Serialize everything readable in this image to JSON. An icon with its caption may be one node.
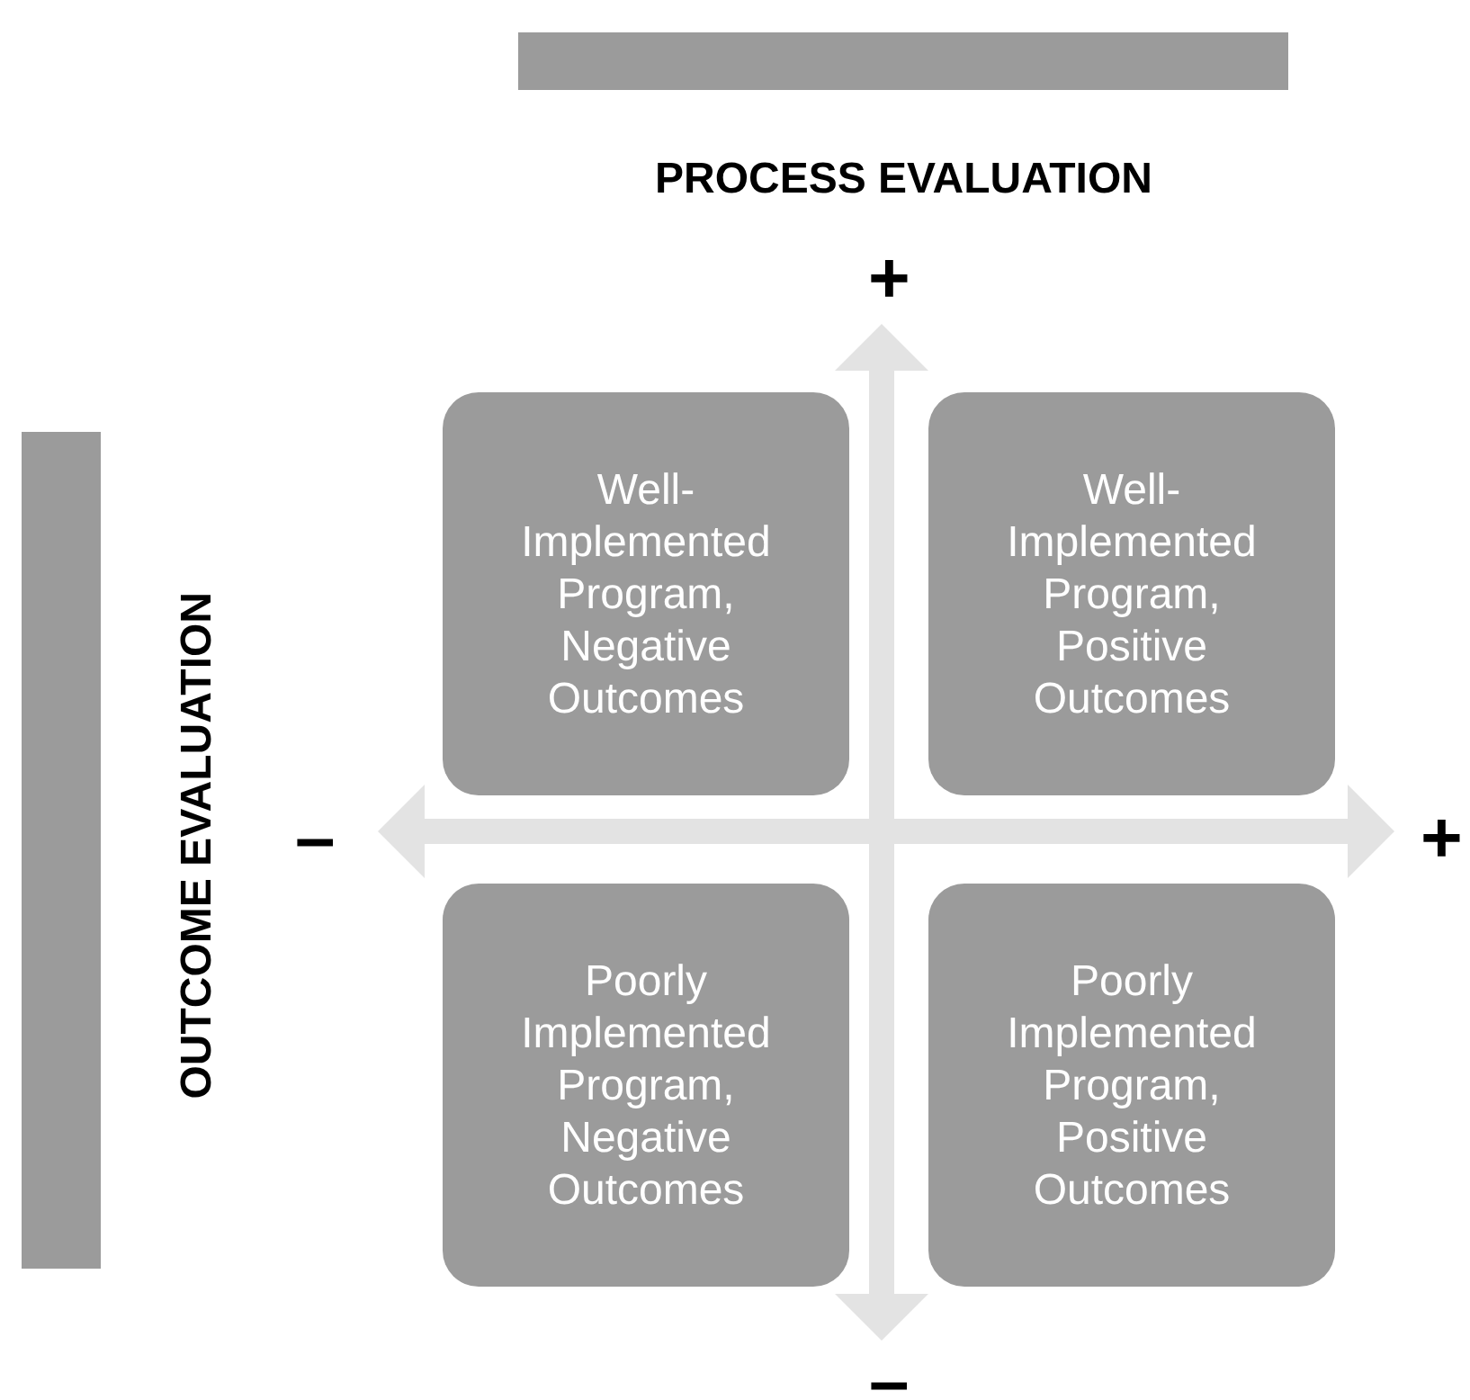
{
  "diagram": {
    "nodes": [
      {
        "text": [
          "Well-Implemented Program, Negative Outcomes"
        ]
      },
      {
        "text": [
          "Well-Implemented Program, Positive Outcomes"
        ]
      },
      {
        "text": [
          "Poorly Implemented Program, Negative Outcomes"
        ]
      },
      {
        "text": [
          "Poorly Implemented Program, Positive Outcomes"
        ]
      }
    ],
    "edges": [],
    "labels": [
      "PROCESS EVALUATION",
      "+",
      "OUTCOME EVALUATION",
      "–",
      "+",
      "–"
    ]
  }
}
